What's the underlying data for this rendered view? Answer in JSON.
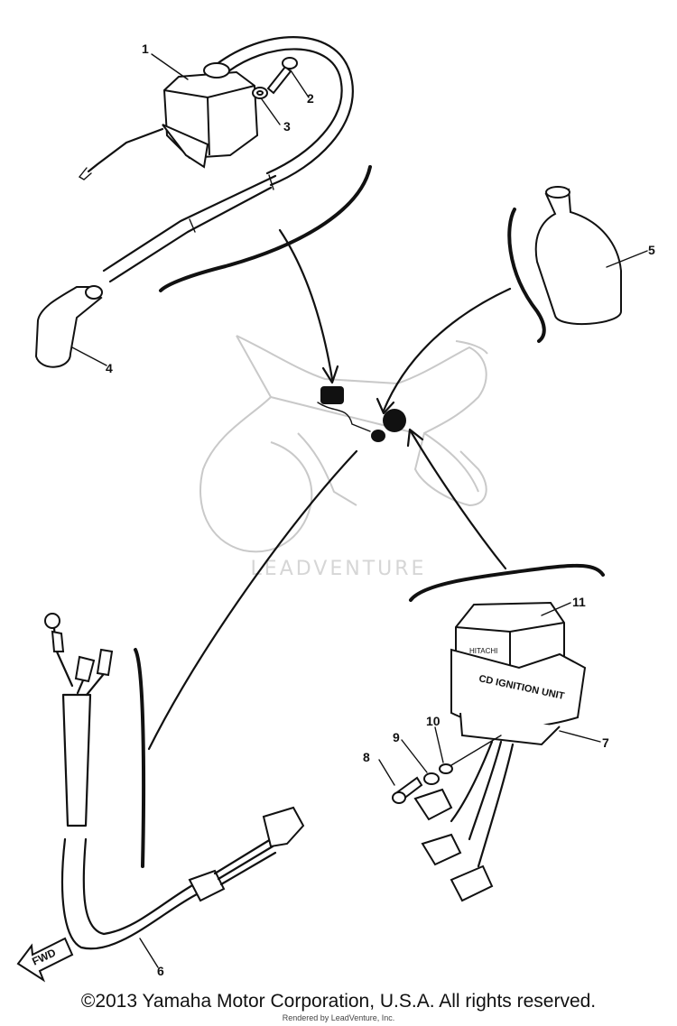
{
  "callouts": [
    {
      "id": "1",
      "label": "1"
    },
    {
      "id": "2",
      "label": "2"
    },
    {
      "id": "3",
      "label": "3"
    },
    {
      "id": "4",
      "label": "4"
    },
    {
      "id": "5",
      "label": "5"
    },
    {
      "id": "6",
      "label": "6"
    },
    {
      "id": "7",
      "label": "7"
    },
    {
      "id": "8",
      "label": "8"
    },
    {
      "id": "9",
      "label": "9"
    },
    {
      "id": "10",
      "label": "10"
    },
    {
      "id": "11",
      "label": "11"
    }
  ],
  "fwd_label": "FWD",
  "unit_label": "CD IGNITION UNIT",
  "brand_label": "HITACHI",
  "watermark": "LEADVENTURE",
  "copyright": "©2013 Yamaha Motor Corporation, U.S.A. All rights reserved.",
  "rendered_by": "Rendered by LeadVenture, Inc."
}
